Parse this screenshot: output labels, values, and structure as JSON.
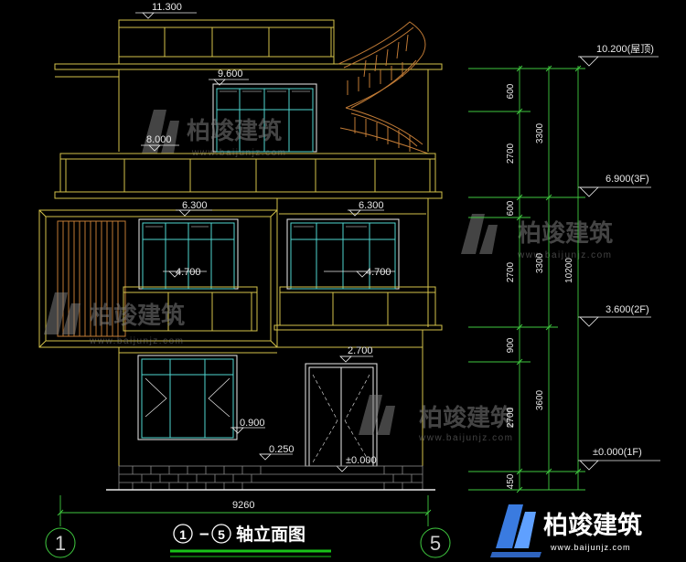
{
  "elevation_marks": {
    "roof_top": "11.300",
    "parapet": "9.600",
    "terrace": "8.000",
    "balcony_left": "6.300",
    "balcony_right": "6.300",
    "sill_left": "4.700",
    "sill_right": "4.700",
    "door_head": "2.700",
    "win_sill": "0.900",
    "step": "0.250",
    "ground": "±0.000"
  },
  "right_levels": {
    "roof": "10.200(屋顶)",
    "third": "6.900(3F)",
    "second": "3.600(2F)",
    "first": "±0.000(1F)"
  },
  "vertical_dims": {
    "d600a": "600",
    "d2700a": "2700",
    "d600b": "600",
    "d2700b": "2700",
    "d900": "900",
    "d2700c": "2700",
    "d450": "450",
    "d3300a": "3300",
    "d3300b": "3300",
    "d3600": "3600",
    "total": "10200"
  },
  "horizontal_dim": "9260",
  "axes": {
    "left": "1",
    "right": "5"
  },
  "title": {
    "axis_from": "1",
    "dash": "–",
    "axis_to": "5",
    "text": "轴立面图"
  },
  "watermark": {
    "brand": "柏竣建筑",
    "url": "www.baijunjz.com"
  },
  "logo": {
    "brand": "柏竣建筑",
    "url": "www.baijunjz.com"
  },
  "colors": {
    "background": "#000000",
    "wall": "#d4c24a",
    "window_cyan": "#4fd6d0",
    "window_white": "#ececec",
    "timber": "#c07a35",
    "dim_green": "#3fc93f",
    "brick": "#8a8a8a",
    "title_underline": "#18c318"
  }
}
